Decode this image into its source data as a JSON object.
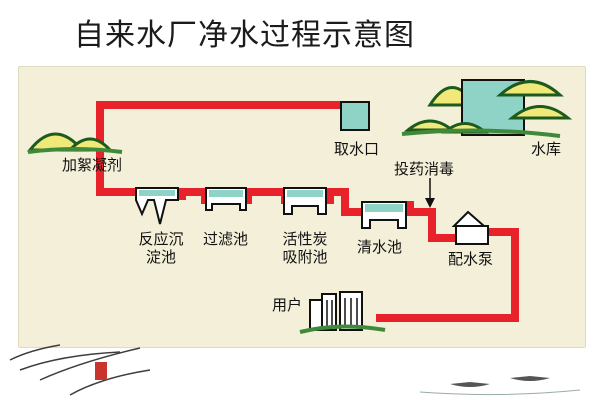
{
  "title": "自来水厂净水过程示意图",
  "labels": {
    "intake": "取水口",
    "reservoir": "水库",
    "coagulant": "加絮凝剂",
    "sedimentation_line1": "反应沉",
    "sedimentation_line2": "淀池",
    "filter": "过滤池",
    "carbon_line1": "活性炭",
    "carbon_line2": "吸附池",
    "clear_water": "清水池",
    "disinfect": "投药消毒",
    "pump": "配水泵",
    "user": "用户"
  },
  "colors": {
    "pipe": "#e8222a",
    "tank_fill": "#8fd3c6",
    "tank_stroke": "#111111",
    "hill_fill": "#f1e87a",
    "hill_stroke": "#1d5a1d",
    "grass": "#3f8a3a",
    "panel": "#f3efd8"
  }
}
